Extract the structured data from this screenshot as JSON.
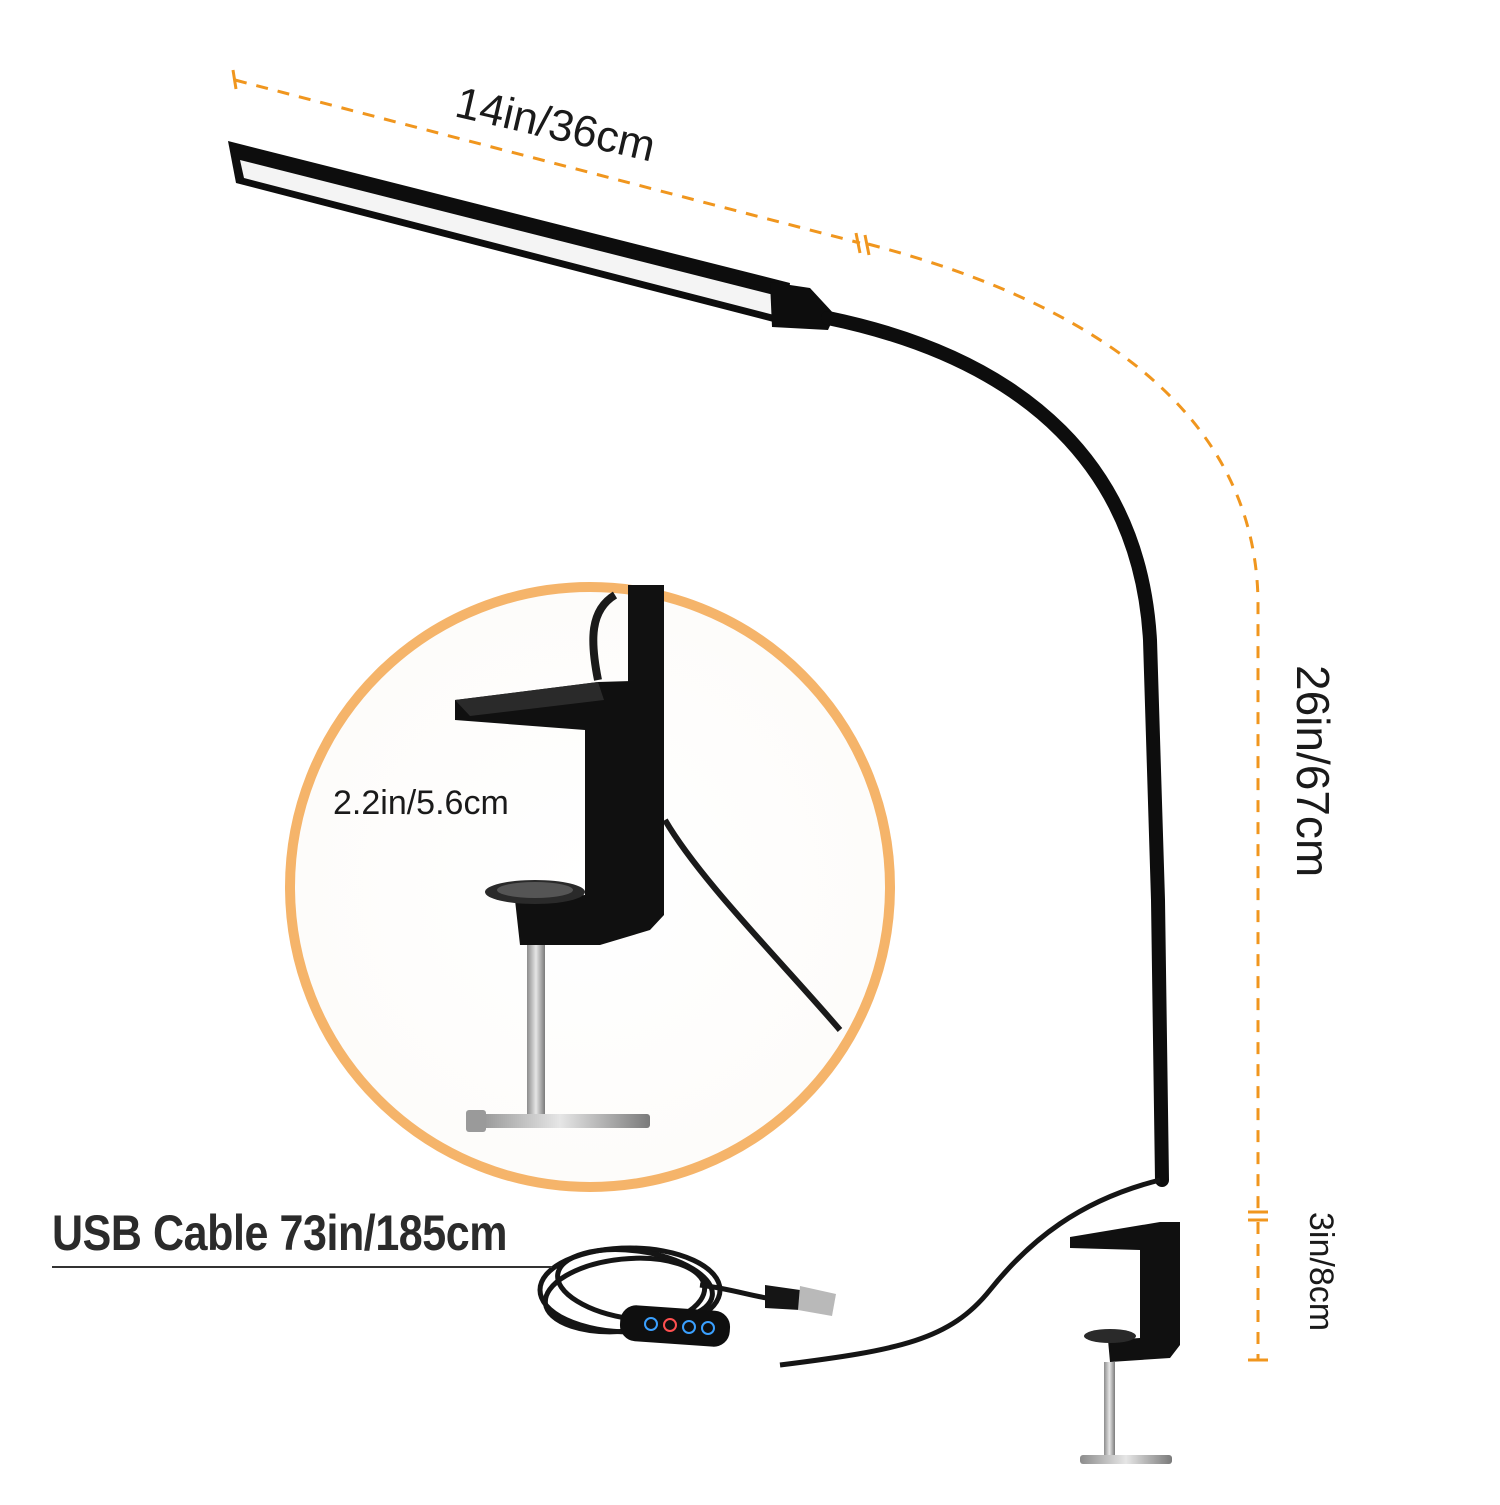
{
  "dimensions": {
    "lamp_head_length": "14in/36cm",
    "gooseneck_height": "26in/67cm",
    "clamp_height": "3in/8cm",
    "clamp_opening": "2.2in/5.6cm",
    "usb_cable": "USB Cable 73in/185cm"
  },
  "colors": {
    "accent": "#F0961E",
    "lamp_body": "#0d0d0d",
    "text": "#1a1a1a"
  }
}
